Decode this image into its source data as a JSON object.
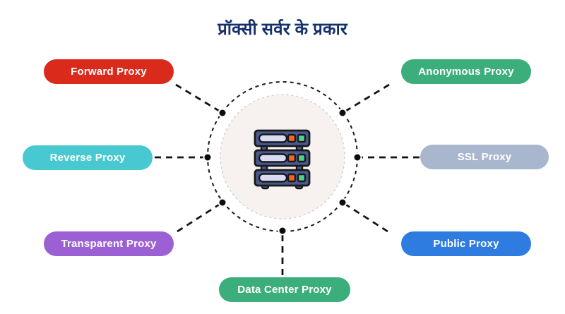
{
  "title": {
    "text": "प्रॉक्सी सर्वर के प्रकार",
    "color": "#15316B"
  },
  "center": {
    "icon": "server-rack-icon",
    "circle_fill": "#F7F1EF"
  },
  "nodes": [
    {
      "id": "forward",
      "label": "Forward Proxy",
      "color": "#DA2A1C"
    },
    {
      "id": "anonymous",
      "label": "Anonymous Proxy",
      "color": "#3CAE7C"
    },
    {
      "id": "reverse",
      "label": "Reverse Proxy",
      "color": "#48C9D2"
    },
    {
      "id": "ssl",
      "label": "SSL Proxy",
      "color": "#A9B7CE"
    },
    {
      "id": "transparent",
      "label": "Transparent Proxy",
      "color": "#9B61D4"
    },
    {
      "id": "public",
      "label": "Public Proxy",
      "color": "#2F7CE0"
    },
    {
      "id": "datacenter",
      "label": "Data Center Proxy",
      "color": "#3CAE7C"
    }
  ]
}
